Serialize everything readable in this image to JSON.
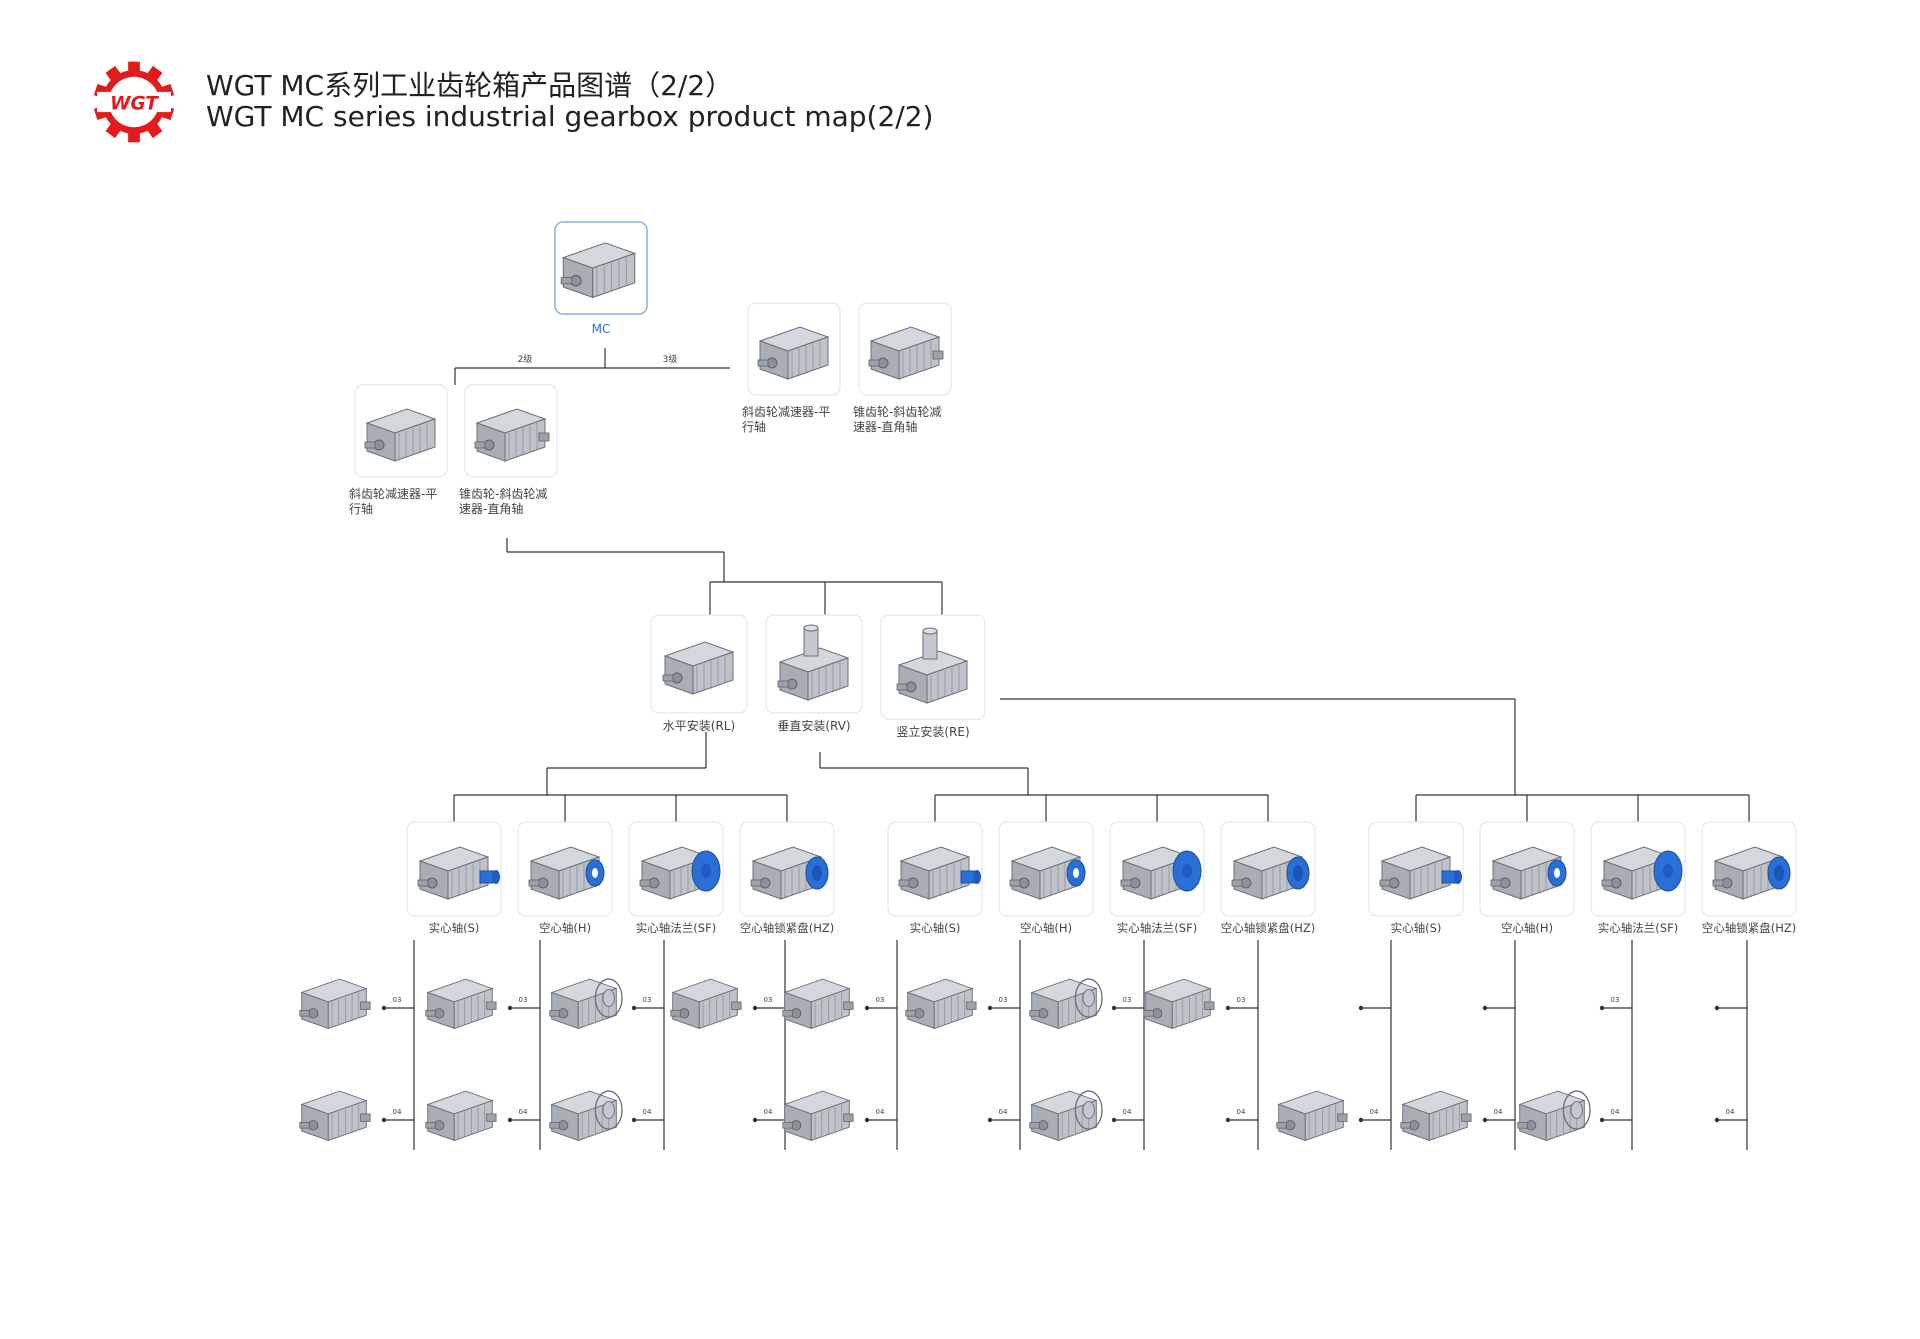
{
  "header": {
    "title_cn": "WGT  MC系列工业齿轮箱产品图谱（2/2）",
    "title_en": "WGT MC series industrial gearbox product map(2/2)",
    "logo_text": "WGT"
  },
  "colors": {
    "accent_blue": "#2a6fd6",
    "logo_red": "#e21c1c",
    "line": "#333333",
    "card_border": "#e4e6ea",
    "selected_border": "#8fb1e6"
  },
  "diagram": {
    "root": {
      "label": "MC",
      "icon": "gearbox-icon"
    },
    "branches": {
      "stage2": "2级",
      "stage3": "3级"
    },
    "level1": [
      {
        "label1": "斜齿轮减速器-平",
        "label2": "行轴",
        "icon": "gearbox-icon"
      },
      {
        "label1": "锥齿轮-斜齿轮减",
        "label2": "速器-直角轴",
        "icon": "gearbox-icon"
      },
      {
        "label1": "斜齿轮减速器-平",
        "label2": "行轴",
        "icon": "gearbox-icon"
      },
      {
        "label1": "锥齿轮-斜齿轮减",
        "label2": "速器-直角轴",
        "icon": "gearbox-icon"
      }
    ],
    "mounting": [
      {
        "label": "水平安装(RL)",
        "icon": "gearbox-icon"
      },
      {
        "label": "垂直安装(RV)",
        "icon": "gearbox-icon"
      },
      {
        "label": "竖立安装(RE)",
        "icon": "gearbox-icon"
      }
    ],
    "shaft_types": [
      "实心轴(S)",
      "空心轴(H)",
      "实心轴法兰(SF)",
      "空心轴锁紧盘(HZ)"
    ],
    "variant_codes": {
      "row1": "03",
      "row2": "04"
    }
  }
}
